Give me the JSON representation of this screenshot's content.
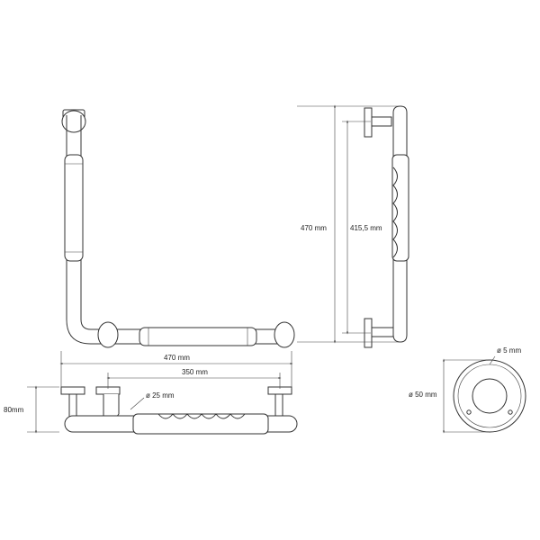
{
  "dimensions": {
    "front_width": "470 mm",
    "front_inner_width": "350 mm",
    "tube_diameter": "ø 25 mm",
    "depth": "80mm",
    "side_height": "470 mm",
    "side_inner_height": "415,5 mm",
    "rosette_diameter": "ø 50 mm",
    "screw_hole_diameter": "ø 5 mm"
  },
  "colors": {
    "line": "#333333",
    "background": "#ffffff"
  }
}
